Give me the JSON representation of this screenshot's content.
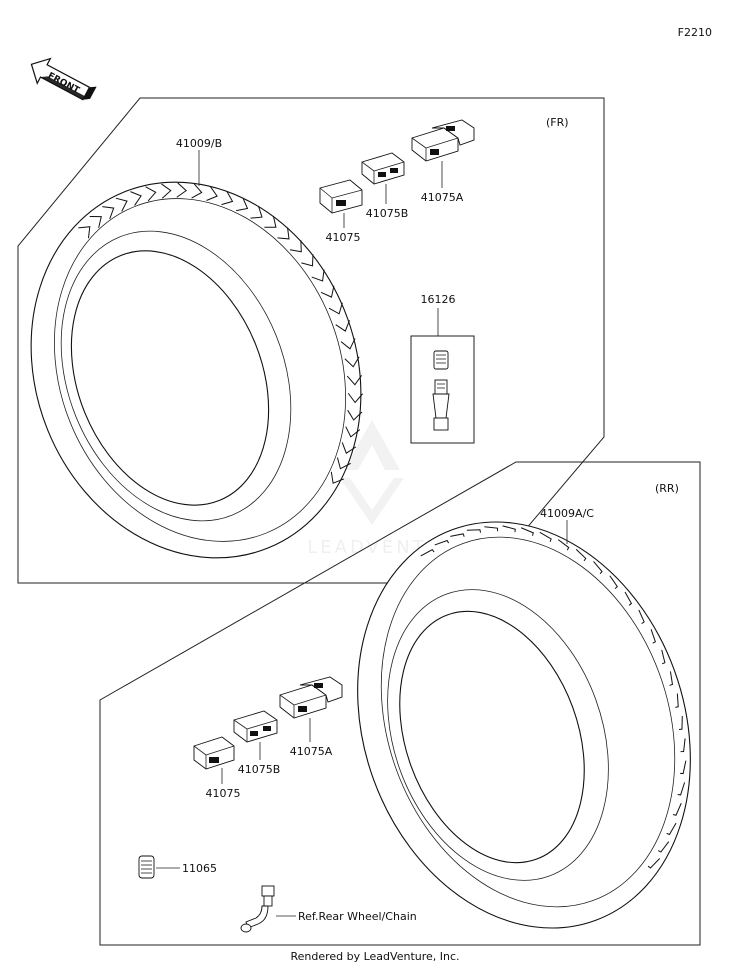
{
  "diagram_code": "F2210",
  "front_arrow_label": "FRONT",
  "front_section": {
    "tag": "(FR)",
    "tyre_part": "41009/B",
    "weights": [
      "41075",
      "41075B",
      "41075A"
    ],
    "valve_part": "16126"
  },
  "rear_section": {
    "tag": "(RR)",
    "tyre_part": "41009A/C",
    "weights": [
      "41075",
      "41075B",
      "41075A"
    ],
    "cap_part": "11065",
    "valve_ref": "Ref.Rear Wheel/Chain"
  },
  "watermark": "LEADVENTURE",
  "credit": "Rendered by LeadVenture, Inc."
}
